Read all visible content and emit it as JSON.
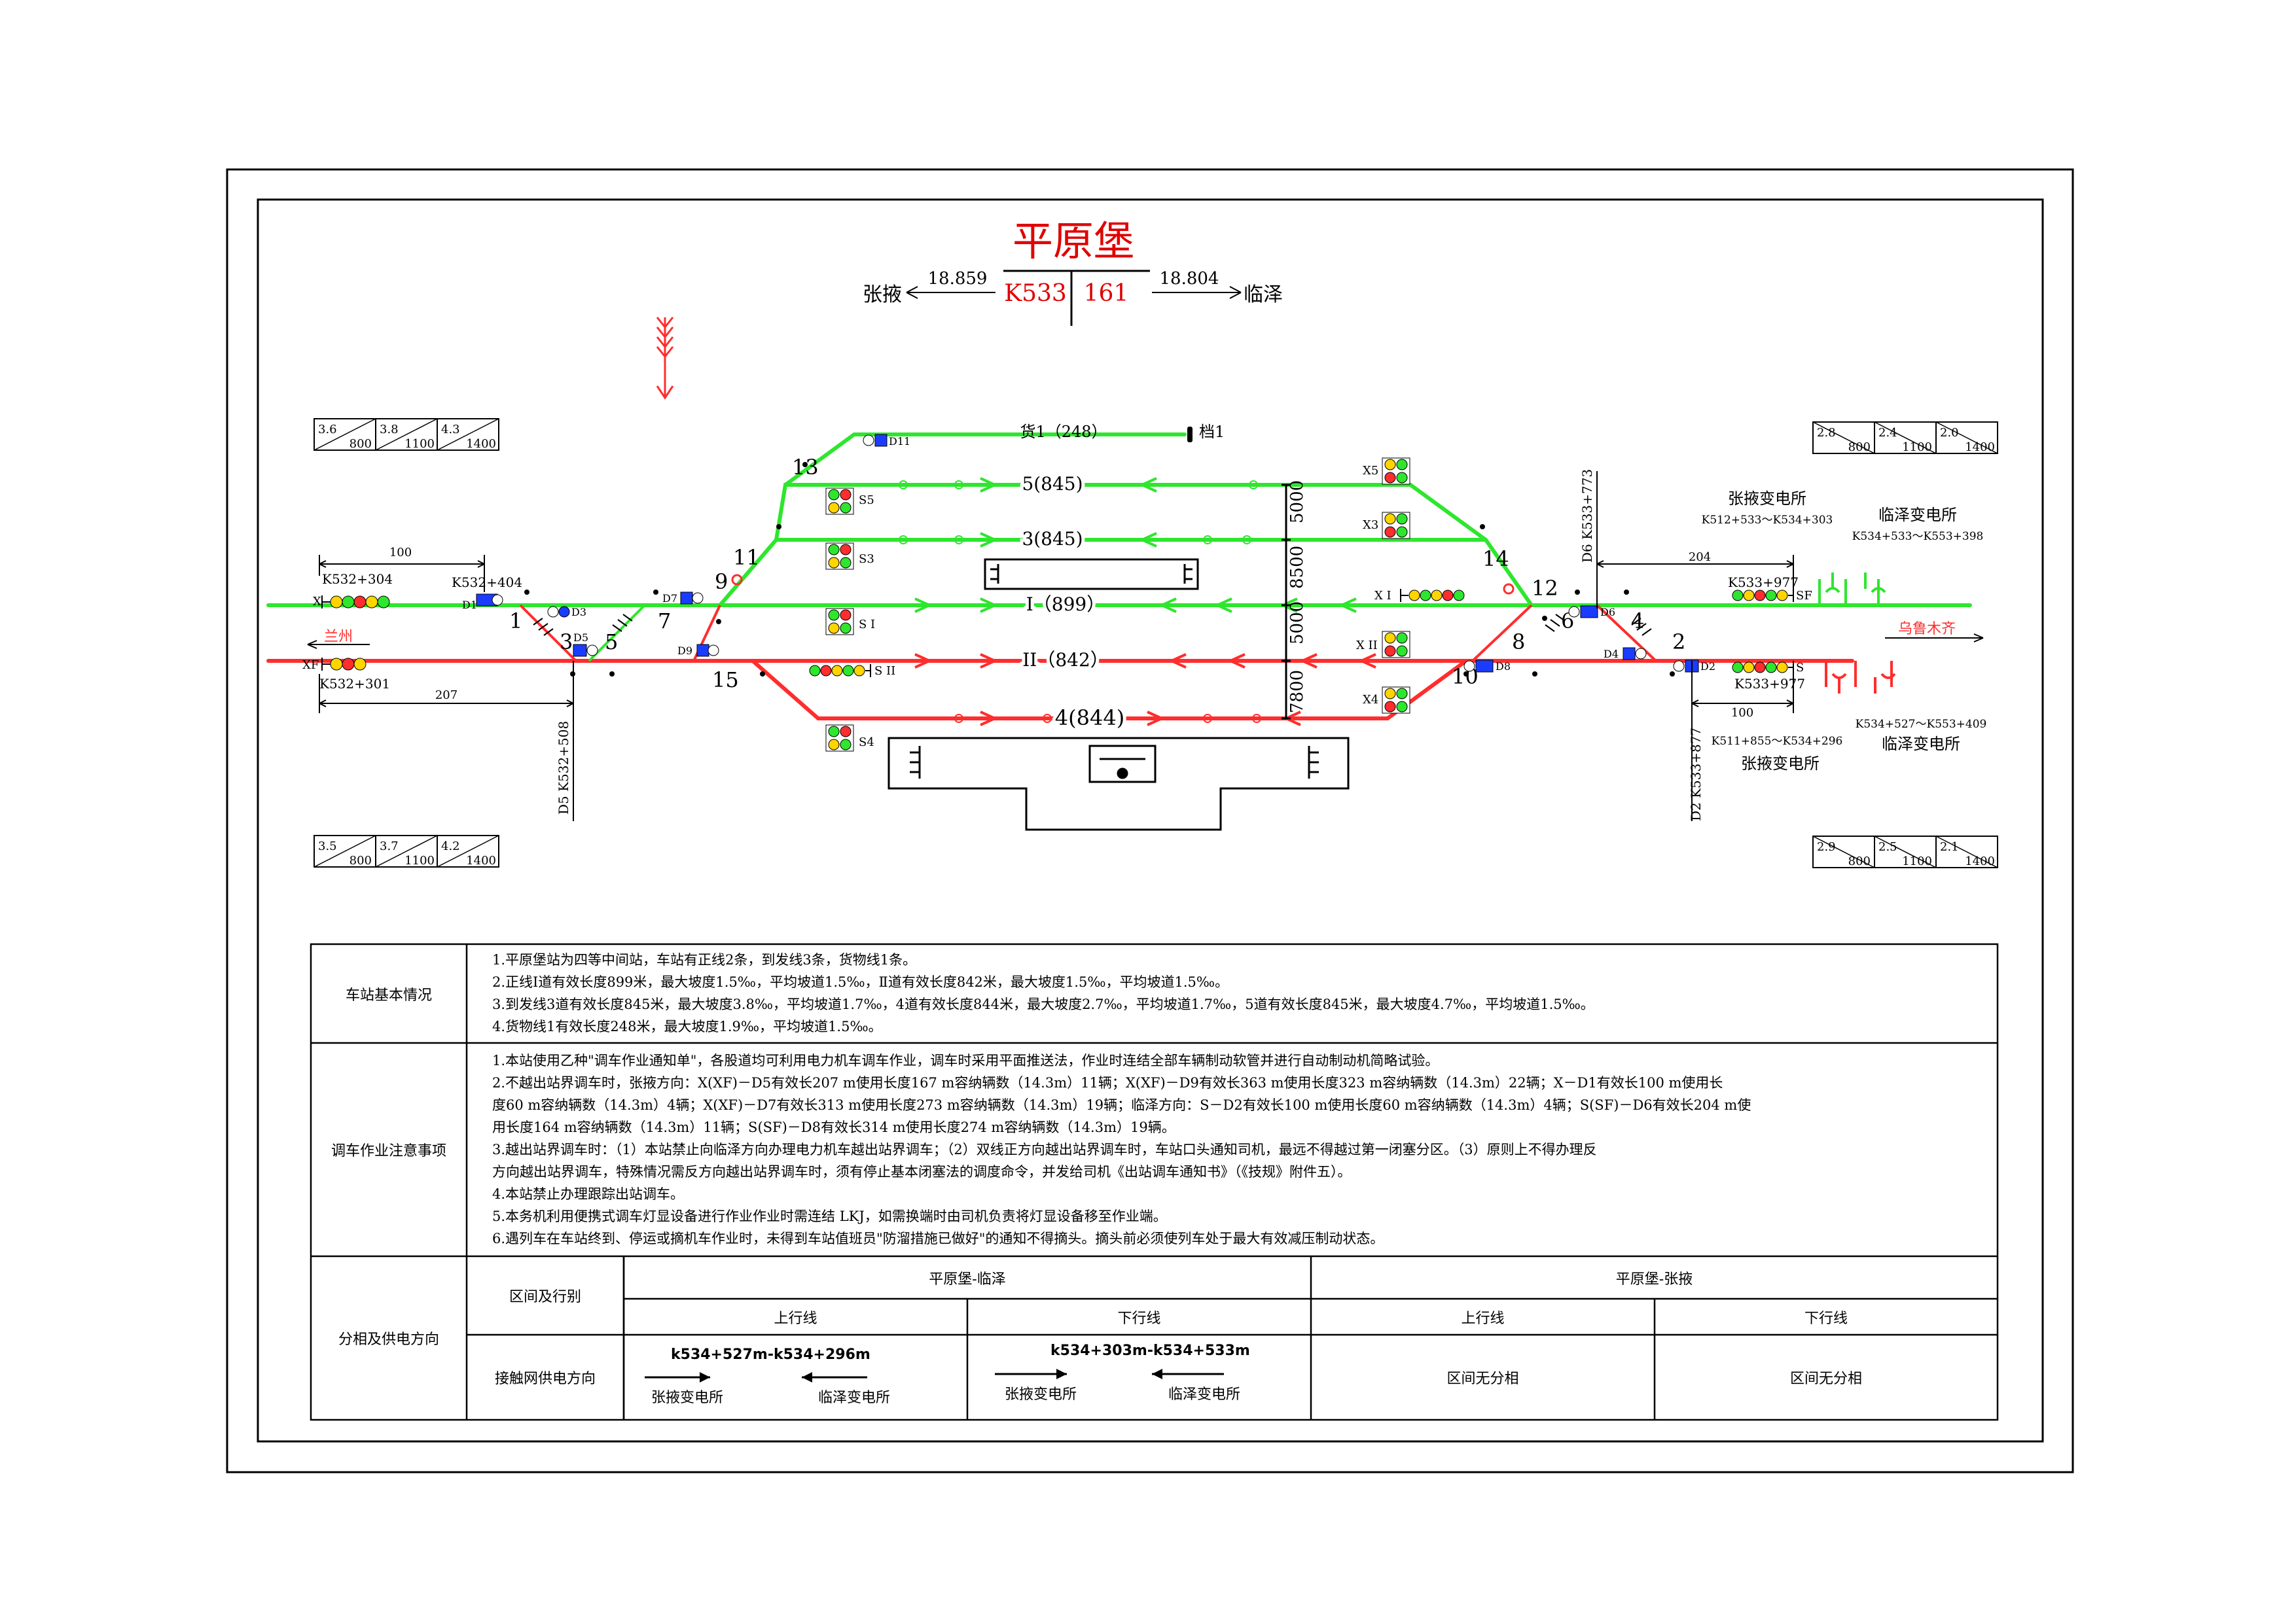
{
  "title": {
    "station": "平原堡",
    "left_station": "张掖",
    "left_distance": "18.859",
    "right_station": "临泽",
    "right_distance": "18.804",
    "km_left": "K533",
    "km_right": "161"
  },
  "ends": {
    "left_direction": "兰州",
    "right_direction": "乌鲁木齐"
  },
  "gradient_boxes": {
    "top_left": [
      {
        "a": "3.6",
        "b": "800"
      },
      {
        "a": "3.8",
        "b": "1100"
      },
      {
        "a": "4.3",
        "b": "1400"
      }
    ],
    "bottom_left": [
      {
        "a": "3.5",
        "b": "800"
      },
      {
        "a": "3.7",
        "b": "1100"
      },
      {
        "a": "4.2",
        "b": "1400"
      }
    ],
    "top_right": [
      {
        "a": "2.8",
        "b": "800"
      },
      {
        "a": "2.4",
        "b": "1100"
      },
      {
        "a": "2.0",
        "b": "1400"
      }
    ],
    "bottom_right": [
      {
        "a": "2.9",
        "b": "800"
      },
      {
        "a": "2.5",
        "b": "1100"
      },
      {
        "a": "2.1",
        "b": "1400"
      }
    ]
  },
  "tracks": {
    "freight": "货1（248）",
    "stop": "档1",
    "t5": "5(845)",
    "t3": "3(845)",
    "tI": "I（899）",
    "tII": "II（842）",
    "t4": "4(844)"
  },
  "switches": {
    "s1": "1",
    "s3": "3",
    "s5": "5",
    "s7": "7",
    "s9": "9",
    "s11": "11",
    "s13": "13",
    "s15": "15",
    "s2": "2",
    "s4": "4",
    "s6": "6",
    "s8": "8",
    "s10": "10",
    "s12": "12",
    "s14": "14"
  },
  "signals": {
    "X": "X",
    "XF": "XF",
    "D1": "D1",
    "D3": "D3",
    "D5": "D5",
    "D7": "D7",
    "D9": "D9",
    "D11": "D11",
    "S5": "S5",
    "S3": "S3",
    "SI": "S I",
    "SII": "S II",
    "S4": "S4",
    "X5": "X5",
    "X3": "X3",
    "XI": "X I",
    "XII": "X II",
    "X4": "X4",
    "D6": "D6",
    "D8": "D8",
    "D4": "D4",
    "D2": "D2",
    "SF": "SF",
    "S": "S"
  },
  "mileposts": {
    "k532_304": "K532+304",
    "k532_404": "K532+404",
    "k532_301": "K532+301",
    "d5": "D5 K532+508",
    "len100_left": "100",
    "len207": "207",
    "d6": "D6 K533+773",
    "len204": "204",
    "k533_977_up": "K533+977",
    "k533_977_dn": "K533+977",
    "len100_right": "100",
    "d2": "D2 K533+877"
  },
  "spacing": {
    "s1": "5000",
    "s2": "8500",
    "s3": "5000",
    "s4": "7800"
  },
  "substations": {
    "zy_top_name": "张掖变电所",
    "zy_top_range": "K512+533～K534+303",
    "lz_top_name": "临泽变电所",
    "lz_top_range": "K534+533～K553+398",
    "zy_bot_range": "K511+855～K534+296",
    "zy_bot_name": "张掖变电所",
    "lz_bot_range": "K534+527～K553+409",
    "lz_bot_name": "临泽变电所"
  },
  "table": {
    "basic_label": "车站基本情况",
    "basic_lines": [
      "1.平原堡站为四等中间站，车站有正线2条，到发线3条，货物线1条。",
      "2.正线Ⅰ道有效长度899米，最大坡度1.5‰，平均坡道1.5‰，Ⅱ道有效长度842米，最大坡度1.5‰，平均坡道1.5‰。",
      "3.到发线3道有效长度845米，最大坡度3.8‰，平均坡道1.7‰，4道有效长度844米，最大坡度2.7‰，平均坡道1.7‰，5道有效长度845米，最大坡度4.7‰，平均坡道1.5‰。",
      "4.货物线1有效长度248米，最大坡度1.9‰，平均坡道1.5‰。"
    ],
    "shunt_label": "调车作业注意事项",
    "shunt_lines": [
      "1.本站使用乙种\"调车作业通知单\"，各股道均可利用电力机车调车作业，调车时采用平面推送法，作业时连结全部车辆制动软管并进行自动制动机简略试验。",
      "2.不越出站界调车时，张掖方向：X(XF)－D5有效长207 m使用长度167 m容纳辆数（14.3m）11辆；X(XF)－D9有效长363 m使用长度323 m容纳辆数（14.3m）22辆；X－D1有效长100 m使用长",
      "度60 m容纳辆数（14.3m）4辆；X(XF)－D7有效长313 m使用长度273 m容纳辆数（14.3m）19辆；临泽方向：S－D2有效长100 m使用长度60 m容纳辆数（14.3m）4辆；S(SF)－D6有效长204 m使",
      "用长度164 m容纳辆数（14.3m）11辆；S(SF)－D8有效长314 m使用长度274 m容纳辆数（14.3m）19辆。",
      "3.越出站界调车时：（1）本站禁止向临泽方向办理电力机车越出站界调车；（2）双线正方向越出站界调车时，车站口头通知司机，最远不得越过第一闭塞分区。（3）原则上不得办理反",
      "方向越出站界调车，特殊情况需反方向越出站界调车时，须有停止基本闭塞法的调度命令，并发给司机《出站调车通知书》（《技规》附件五）。",
      "4.本站禁止办理跟踪出站调车。",
      "5.本务机利用便携式调车灯显设备进行作业作业时需连结 LKJ，如需换端时由司机负责将灯显设备移至作业端。",
      "6.遇列车在车站终到、停运或摘机车作业时，未得到车站值班员\"防溜措施已做好\"的通知不得摘头。摘头前必须使列车处于最大有效减压制动状态。"
    ],
    "phase_label": "分相及供电方向",
    "section_label": "区间及行别",
    "feed_label": "接触网供电方向",
    "pl_header": "平原堡-临泽",
    "pz_header": "平原堡-张掖",
    "up": "上行线",
    "down": "下行线",
    "up2": "上行线",
    "down2": "下行线",
    "feed1_km": "k534+527m-k534+296m",
    "feed1_left": "张掖变电所",
    "feed1_right": "临泽变电所",
    "feed2_km": "k534+303m-k534+533m",
    "feed2_left": "张掖变电所",
    "feed2_right": "临泽变电所",
    "no_phase_up": "区间无分相",
    "no_phase_down": "区间无分相"
  }
}
